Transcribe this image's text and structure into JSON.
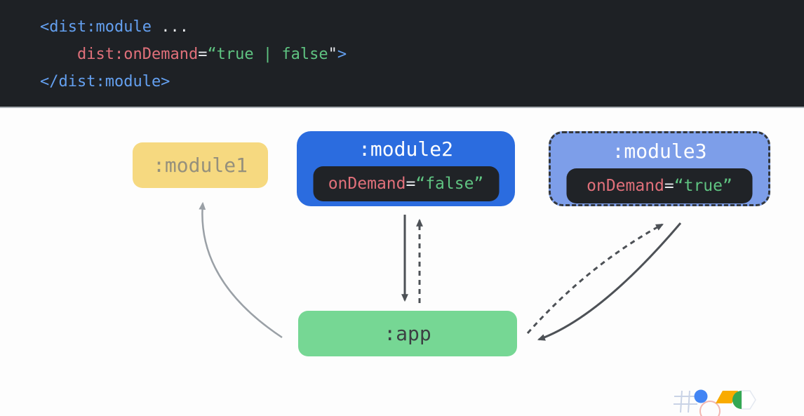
{
  "code_block": {
    "line1": {
      "tag_open": "<dist:module",
      "ellipsis": " ..."
    },
    "line2": {
      "attr": "dist:onDemand",
      "equals": "=",
      "value": "“true | false",
      "close_quote": "\"",
      "bracket": ">"
    },
    "line3": {
      "tag_close": "</dist:module>"
    }
  },
  "diagram": {
    "module1": {
      "label": ":module1"
    },
    "module2": {
      "label": ":module2",
      "badge": {
        "attr": "onDemand",
        "equals": "=",
        "value": "“false”"
      }
    },
    "module3": {
      "label": ":module3",
      "badge": {
        "attr": "onDemand",
        "equals": "=",
        "value": "“true”"
      }
    },
    "app": {
      "label": ":app"
    },
    "edges": [
      {
        "from": "app",
        "to": "module1",
        "line": "solid",
        "tone": "light"
      },
      {
        "from": "module2",
        "to": "app",
        "line": "solid",
        "tone": "dark"
      },
      {
        "from": "app",
        "to": "module2",
        "line": "dashed",
        "tone": "dark"
      },
      {
        "from": "app",
        "to": "module3",
        "line": "dashed",
        "tone": "dark"
      },
      {
        "from": "module3",
        "to": "app",
        "line": "solid",
        "tone": "dark"
      }
    ]
  },
  "footer_logo": {
    "icons": [
      "hash-grid-icon",
      "blue-circle-icon",
      "pink-circle-outline-icon",
      "yellow-parallelogram-icon",
      "green-semicircle-icon",
      "outline-pentagon-icon"
    ]
  },
  "colors": {
    "code_bar_bg": "#1e2125",
    "page_bg": "#fdfdfd",
    "code_blue": "#64a0f0",
    "code_red": "#e0707a",
    "code_green": "#5fc381",
    "code_white": "#e8eaed",
    "module1_bg": "#f6d980",
    "module1_text": "#95907c",
    "module2_bg": "#2b6cdf",
    "module3_bg": "#7d9ee9",
    "module3_border": "#33373c",
    "badge_bg": "#202327",
    "app_bg": "#76d794",
    "app_text": "#3c4043",
    "arrow_dark": "#4d5156",
    "arrow_light": "#9aa0a6",
    "logo_blue": "#4285f4",
    "logo_yellow": "#f9ab00",
    "logo_green": "#34a853",
    "logo_pink": "#f2b8b1",
    "logo_grid": "#c9d3e6"
  }
}
